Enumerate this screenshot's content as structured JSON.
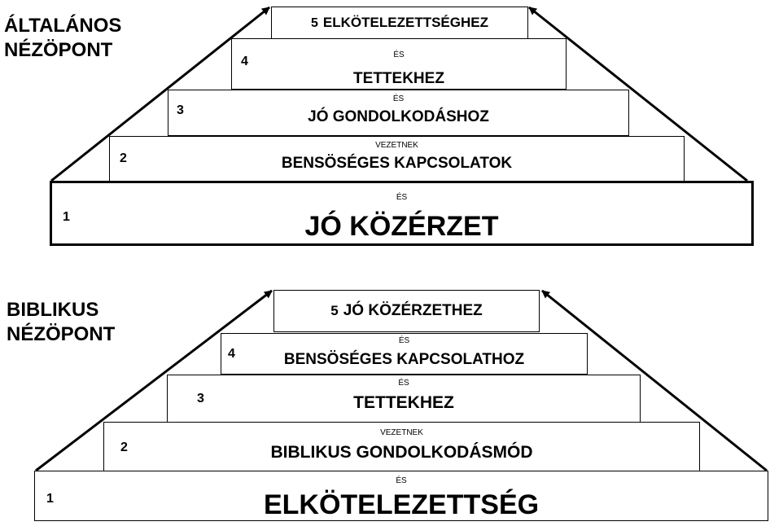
{
  "general": {
    "heading_line1": "ÁLTALÁNOS",
    "heading_line2": "NÉZÖPONT",
    "levels": [
      {
        "num": "1",
        "connector": "ÉS",
        "label": "JÓ KÖZÉRZET"
      },
      {
        "num": "2",
        "connector": "VEZETNEK",
        "label": "BENSÖSÉGES KAPCSOLATOK"
      },
      {
        "num": "3",
        "connector": "ÉS",
        "label": "JÓ GONDOLKODÁSHOZ"
      },
      {
        "num": "4",
        "connector": "ÉS",
        "label": "TETTEKHEZ"
      },
      {
        "num": "5",
        "connector": "",
        "label": "ELKÖTELEZETTSÉGHEZ"
      }
    ]
  },
  "biblical": {
    "heading_line1": "BIBLIKUS",
    "heading_line2": "NÉZÖPONT",
    "levels": [
      {
        "num": "1",
        "connector": "ÉS",
        "label": "ELKÖTELEZETTSÉG"
      },
      {
        "num": "2",
        "connector": "VEZETNEK",
        "label": "BIBLIKUS GONDOLKODÁSMÓD"
      },
      {
        "num": "3",
        "connector": "ÉS",
        "label": "TETTEKHEZ"
      },
      {
        "num": "4",
        "connector": "ÉS",
        "label": "BENSÖSÉGES KAPCSOLATHOZ"
      },
      {
        "num": "5",
        "connector": "",
        "label": "JÓ KÖZÉRZETHEZ"
      }
    ]
  }
}
